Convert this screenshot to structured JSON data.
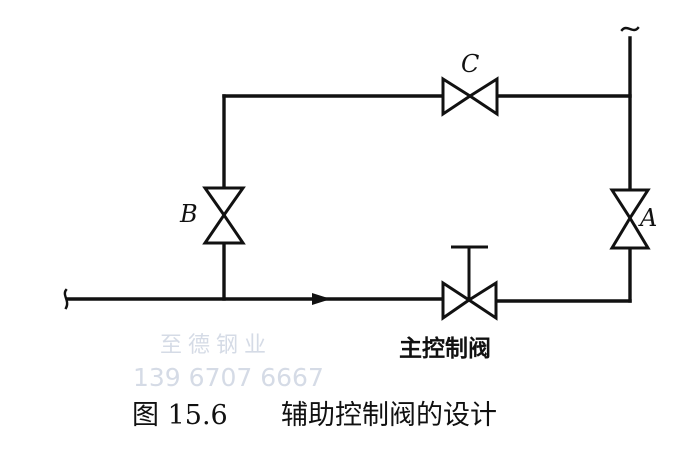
{
  "valves": {
    "a_label": "A",
    "b_label": "B",
    "c_label": "C",
    "main_label": "主控制阀"
  },
  "watermark": {
    "company": "至德钢业",
    "phone": "139 6707 6667"
  },
  "caption": {
    "figure_number": "图 15.6",
    "title": "辅助控制阀的设计"
  }
}
